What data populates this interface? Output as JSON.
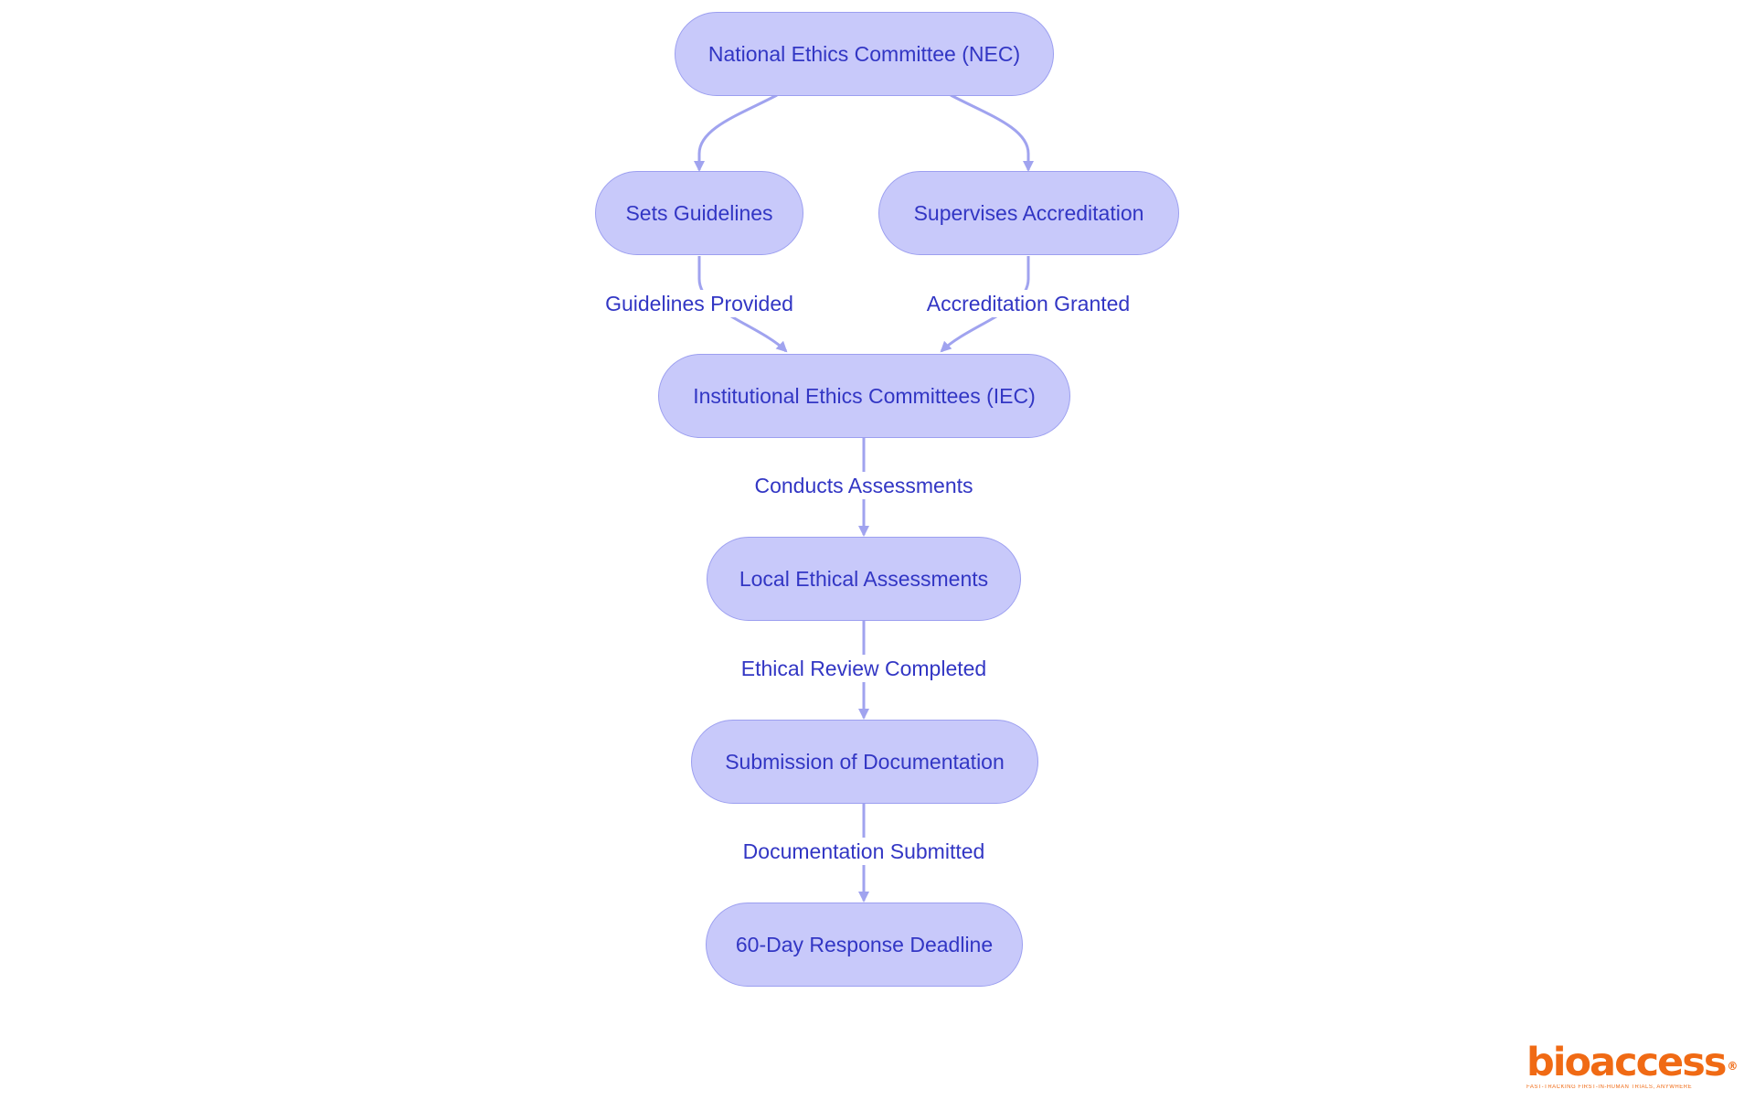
{
  "nodes": {
    "nec": "National Ethics Committee (NEC)",
    "sets_guidelines": "Sets Guidelines",
    "supervises_accreditation": "Supervises Accreditation",
    "iec": "Institutional Ethics Committees (IEC)",
    "local_assessments": "Local Ethical Assessments",
    "submission": "Submission of Documentation",
    "deadline": "60-Day Response Deadline"
  },
  "edges": {
    "guidelines_provided": "Guidelines Provided",
    "accreditation_granted": "Accreditation Granted",
    "conducts_assessments": "Conducts Assessments",
    "ethical_review_completed": "Ethical Review Completed",
    "documentation_submitted": "Documentation Submitted"
  },
  "logo": {
    "wordmark": "bioaccess",
    "registered": "®",
    "tagline": "FAST-TRACKING FIRST-IN-HUMAN TRIALS, ANYWHERE"
  },
  "colors": {
    "node_fill": "#c8c9fa",
    "node_stroke": "#9c9ff0",
    "text": "#3236c4",
    "edge": "#a0a3ef",
    "logo": "#f06a14"
  }
}
